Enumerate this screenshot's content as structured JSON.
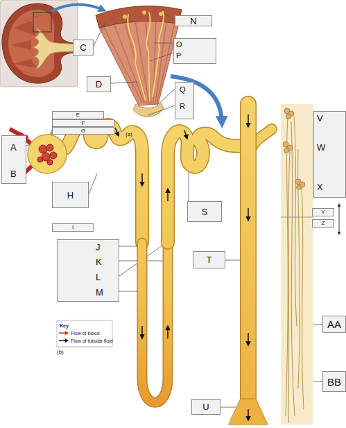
{
  "diagram": {
    "nodes": [
      {
        "text": [
          "N"
        ]
      },
      {
        "text": [
          "C"
        ]
      },
      {
        "text": [
          "O",
          "P"
        ]
      },
      {
        "text": [
          "D"
        ]
      },
      {
        "text": [
          "Q",
          "R"
        ]
      },
      {
        "text": [
          "E"
        ]
      },
      {
        "text": [
          "F"
        ]
      },
      {
        "text": [
          "G"
        ]
      },
      {
        "text": [
          "A",
          "B"
        ]
      },
      {
        "text": [
          "H"
        ]
      },
      {
        "text": [
          "S"
        ]
      },
      {
        "text": [
          "I"
        ]
      },
      {
        "text": [
          "J",
          "K",
          "L",
          "M"
        ]
      },
      {
        "text": [
          "T"
        ]
      },
      {
        "text": [
          "U"
        ]
      },
      {
        "text": [
          "V",
          "W",
          "X"
        ]
      },
      {
        "text": [
          "Y"
        ]
      },
      {
        "text": [
          "Z"
        ]
      },
      {
        "text": [
          "AA"
        ]
      },
      {
        "text": [
          "BB"
        ]
      }
    ],
    "labels": [
      "(a)",
      "(b)",
      "Key"
    ],
    "legend": [
      {
        "text": "Flow of blood"
      },
      {
        "text": "Flow of tubular fluid"
      }
    ]
  }
}
